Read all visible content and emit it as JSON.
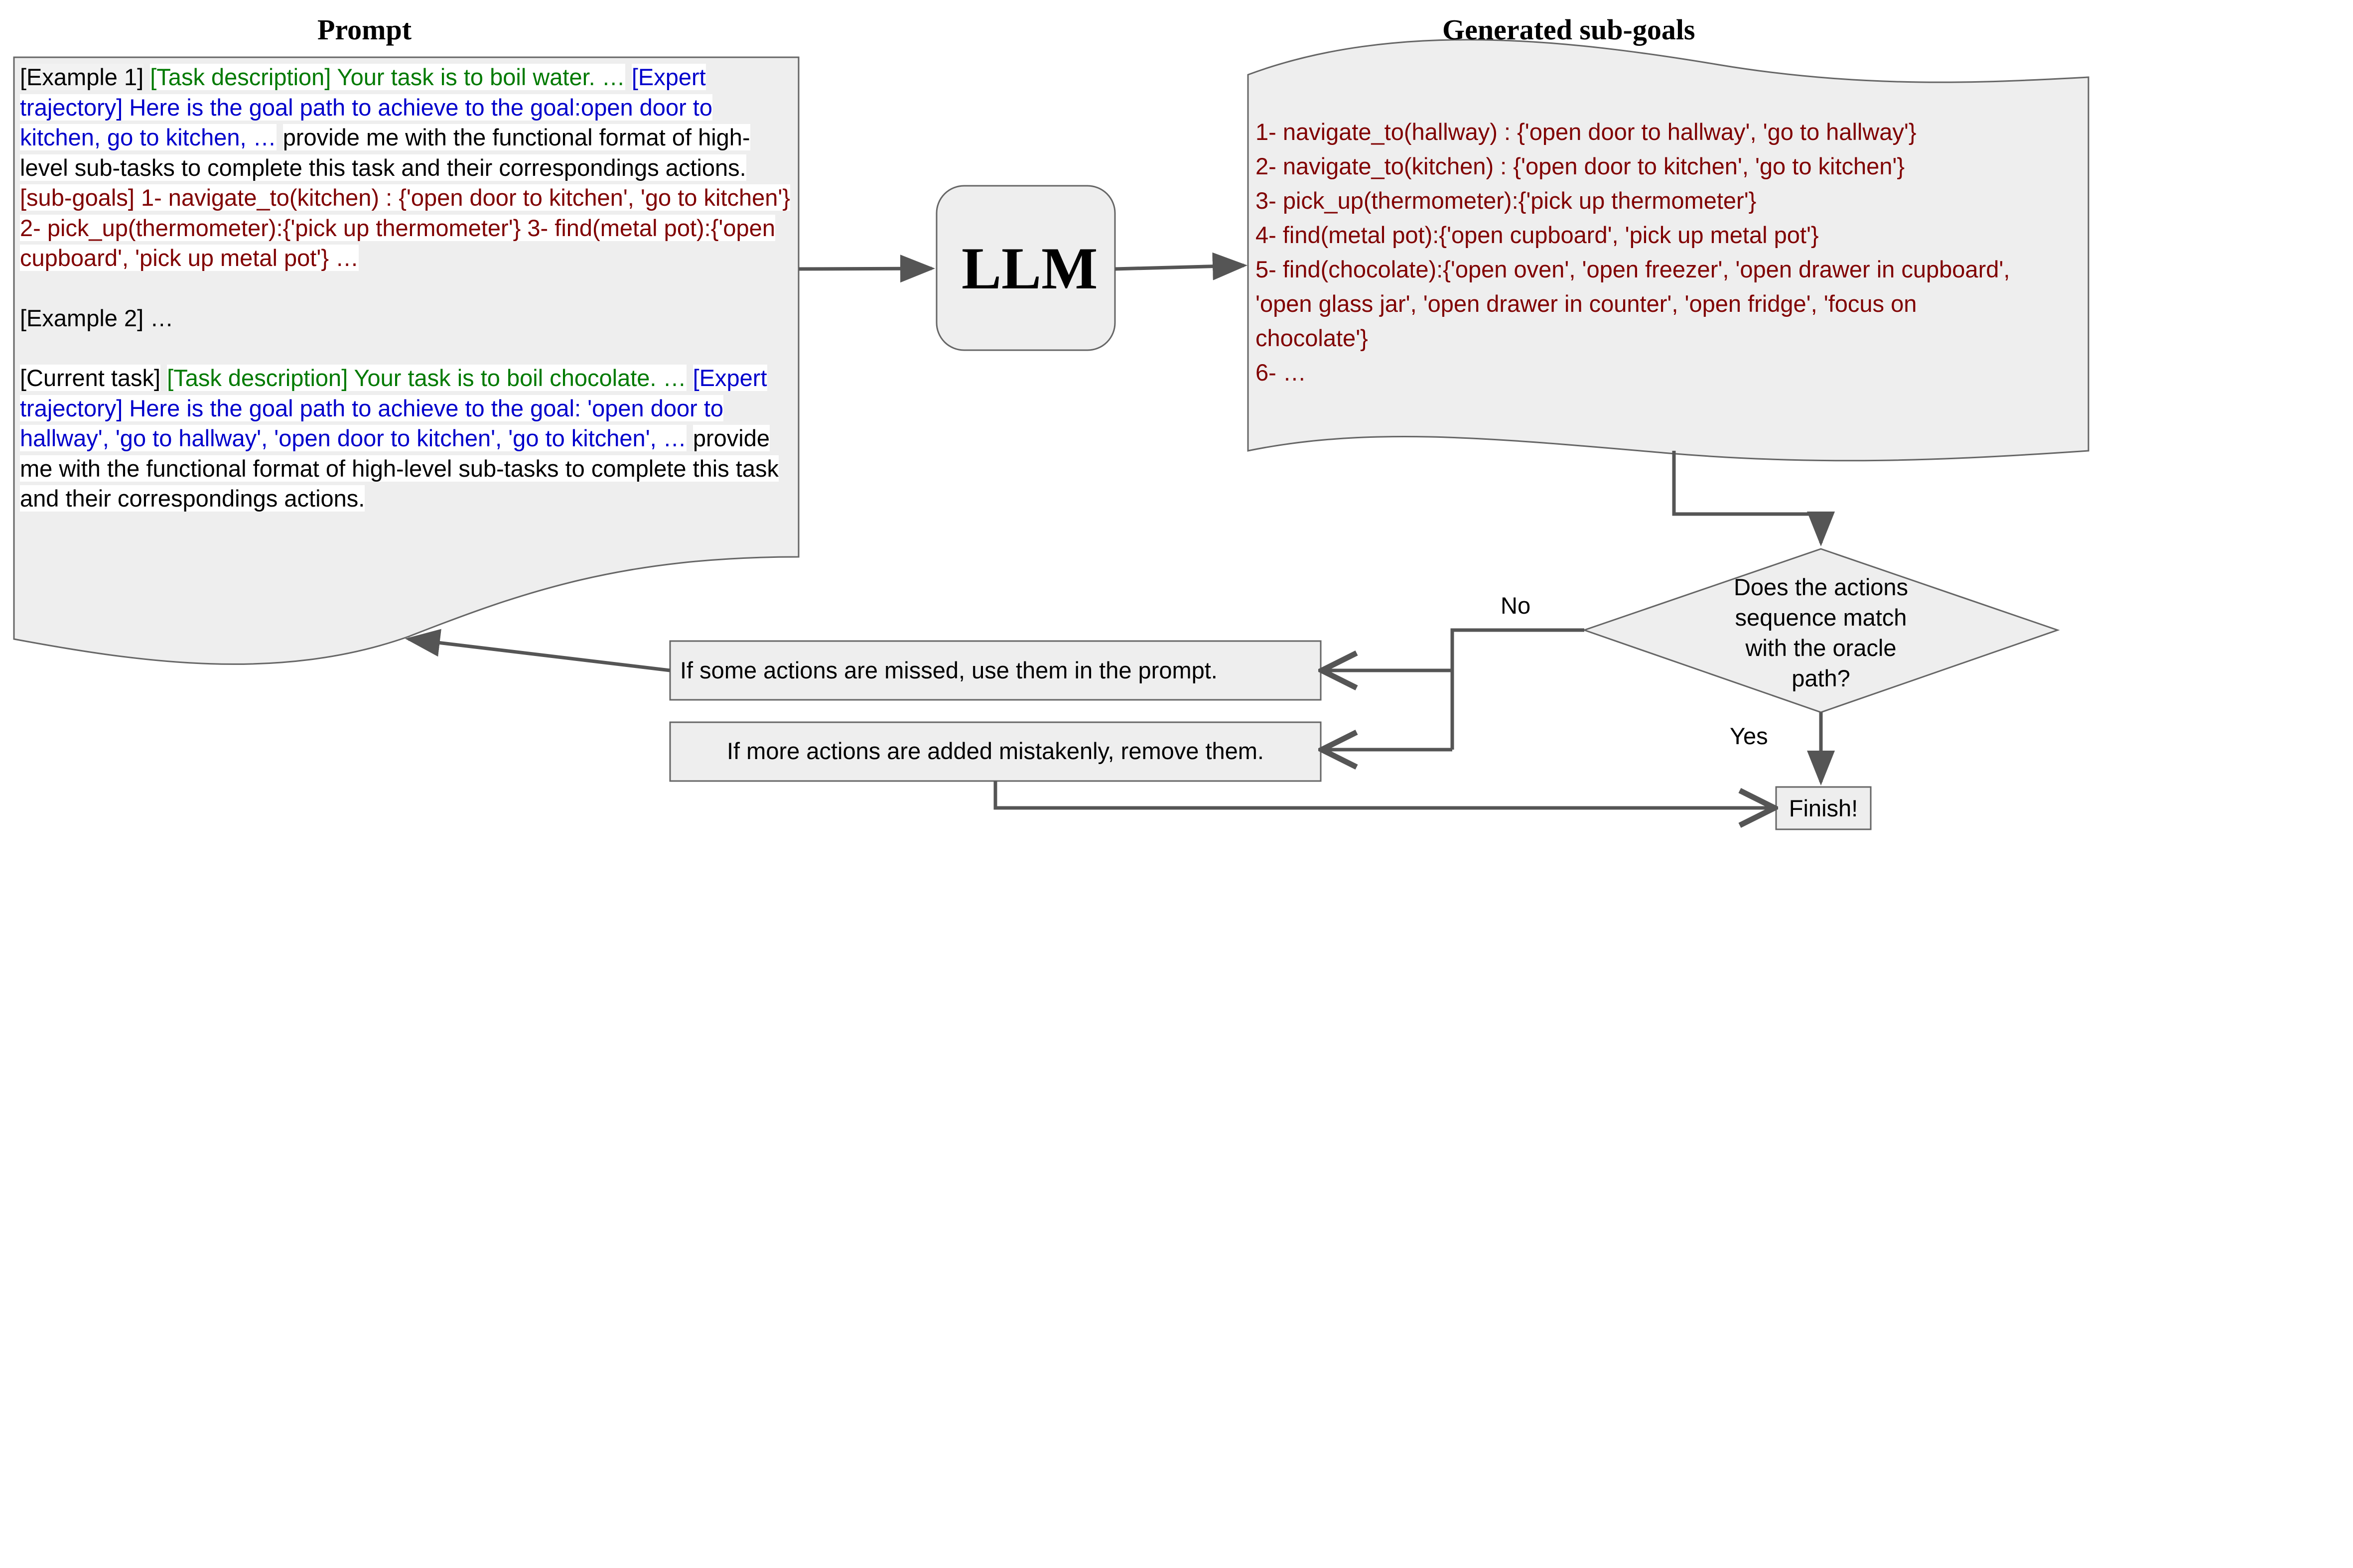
{
  "titles": {
    "prompt": "Prompt",
    "subgoals": "Generated sub-goals"
  },
  "llm": {
    "label": "LLM"
  },
  "colors": {
    "task_description": "#007a00",
    "expert_trajectory": "#0000cc",
    "subgoals": "#800000",
    "default_text": "#000000",
    "shape_fill": "#eeeeee",
    "shape_stroke": "#666666",
    "arrow": "#555555"
  },
  "prompt": {
    "ex1_tag": "[Example 1]",
    "ex1_task_desc": "[Task description] Your task is to boil water. …",
    "ex1_traj": "[Expert trajectory] Here is the goal path to achieve to the goal:open door to kitchen, go to kitchen, …",
    "ex1_instruction": "provide me with the functional format of high-level sub-tasks to complete this task and their correspondings actions.",
    "ex1_subgoals": "[sub-goals] 1- navigate_to(kitchen) : {'open door to kitchen', 'go to kitchen'} 2- pick_up(thermometer):{'pick up thermometer'} 3- find(metal pot):{'open cupboard', 'pick up metal pot'} …",
    "ex2": "[Example 2] …",
    "cur_tag": "[Current task]",
    "cur_task_desc": "[Task description] Your task is to boil chocolate. …",
    "cur_traj_pre": "[Expert trajectory] Here is the goal path to achieve to the goal: 'open door to hallway', 'go to hallway', 'open door to kitchen', 'go to kitchen', …",
    "cur_instruction": "provide me with the functional format of high-level sub-tasks to complete this task and their correspondings actions."
  },
  "subgoals": [
    "1- navigate_to(hallway) : {'open door to hallway', 'go to hallway'}",
    "2- navigate_to(kitchen) : {'open door to kitchen', 'go to kitchen'}",
    "3- pick_up(thermometer):{'pick up thermometer'}",
    "4- find(metal pot):{'open cupboard', 'pick up metal pot'}",
    "5- find(chocolate):{'open oven', 'open freezer', 'open drawer in cupboard',",
    "'open glass jar', 'open drawer in counter', 'open fridge', 'focus on",
    "chocolate'}",
    "6- …"
  ],
  "decision": {
    "line1": "Does the actions",
    "line2": "sequence match",
    "line3": "with the oracle",
    "line4": "path?",
    "no_label": "No",
    "yes_label": "Yes"
  },
  "feedback": {
    "missed": "If some actions are missed, use them in the prompt.",
    "extra": "If more actions are added mistakenly, remove them."
  },
  "finish": {
    "label": "Finish!"
  }
}
